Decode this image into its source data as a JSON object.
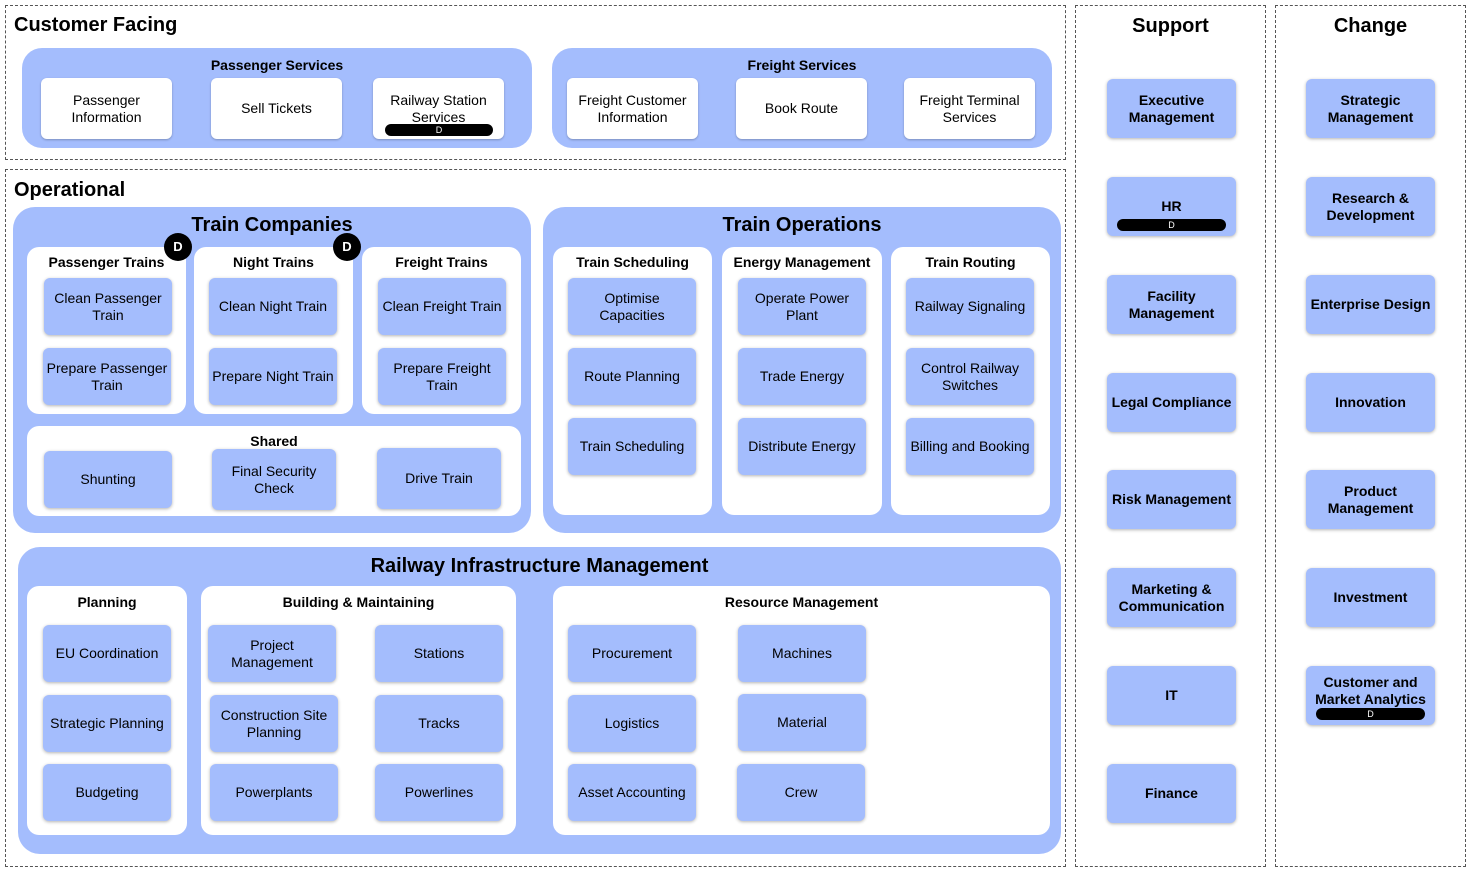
{
  "customer": {
    "title": "Customer Facing",
    "passenger_services": {
      "title": "Passenger Services",
      "items": [
        "Passenger Information",
        "Sell Tickets",
        "Railway Station Services"
      ]
    },
    "freight_services": {
      "title": "Freight Services",
      "items": [
        "Freight Customer Information",
        "Book Route",
        "Freight Terminal Services"
      ]
    }
  },
  "operational": {
    "title": "Operational",
    "train_companies": {
      "title": "Train Companies",
      "passenger_trains": {
        "title": "Passenger Trains",
        "items": [
          "Clean Passenger Train",
          "Prepare Passenger Train"
        ]
      },
      "night_trains": {
        "title": "Night Trains",
        "items": [
          "Clean Night Train",
          "Prepare Night Train"
        ]
      },
      "freight_trains": {
        "title": "Freight Trains",
        "items": [
          "Clean Freight Train",
          "Prepare Freight Train"
        ]
      },
      "shared": {
        "title": "Shared",
        "items": [
          "Shunting",
          "Final Security Check",
          "Drive Train"
        ]
      }
    },
    "train_operations": {
      "title": "Train Operations",
      "train_scheduling": {
        "title": "Train Scheduling",
        "items": [
          "Optimise Capacities",
          "Route Planning",
          "Train Scheduling"
        ]
      },
      "energy_management": {
        "title": "Energy Management",
        "items": [
          "Operate Power Plant",
          "Trade Energy",
          "Distribute Energy"
        ]
      },
      "train_routing": {
        "title": "Train Routing",
        "items": [
          "Railway Signaling",
          "Control Railway Switches",
          "Billing and Booking"
        ]
      }
    },
    "infrastructure": {
      "title": "Railway Infrastructure Management",
      "planning": {
        "title": "Planning",
        "items": [
          "EU Coordination",
          "Strategic Planning",
          "Budgeting"
        ]
      },
      "building": {
        "title": "Building & Maintaining",
        "items": [
          "Project Management",
          "Stations",
          "Construction Site Planning",
          "Tracks",
          "Powerplants",
          "Powerlines"
        ]
      },
      "resource": {
        "title": "Resource Management",
        "items": [
          "Procurement",
          "Machines",
          "Logistics",
          "Material",
          "Asset Accounting",
          "Crew"
        ]
      }
    }
  },
  "support": {
    "title": "Support",
    "items": [
      "Executive Management",
      "HR",
      "Facility Management",
      "Legal Compliance",
      "Risk Management",
      "Marketing & Communication",
      "IT",
      "Finance"
    ]
  },
  "change": {
    "title": "Change",
    "items": [
      "Strategic Management",
      "Research & Development",
      "Enterprise Design",
      "Innovation",
      "Product Management",
      "Investment",
      "Customer and Market Analytics"
    ]
  },
  "marker": "D",
  "colors": {
    "group_fill": "#a4bdfd",
    "panel_fill": "#ffffff",
    "marker": "#000000"
  }
}
